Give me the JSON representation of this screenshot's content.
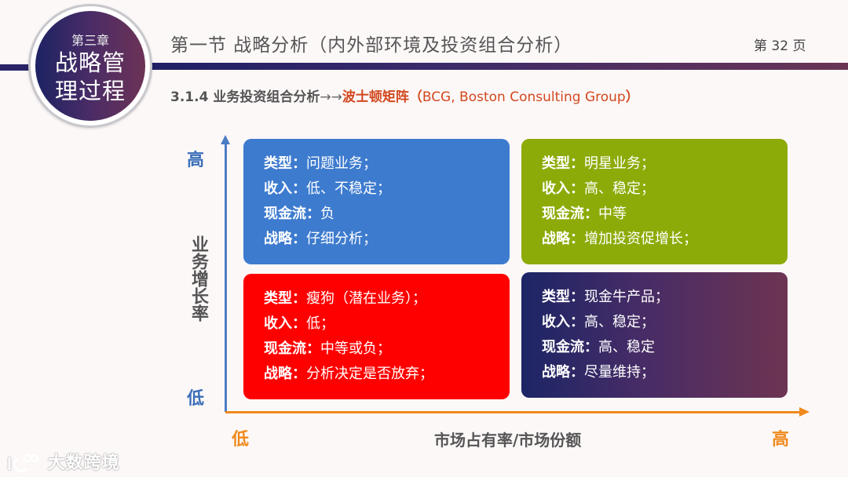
{
  "header": {
    "chapter_small": "第三章",
    "chapter_big_line1": "战略管",
    "chapter_big_line2": "理过程",
    "section_title": "第一节  战略分析（内外部环境及投资组合分析）",
    "page_number": "第 32  页",
    "subtitle_prefix": "3.1.4 业务投资组合分析",
    "subtitle_arrow": "→→",
    "subtitle_highlight": "波士顿矩阵（",
    "subtitle_english": "BCG, Boston Consulting Group",
    "subtitle_close": "）"
  },
  "axes": {
    "y_label": "业务增长率",
    "y_high": "高",
    "y_low": "低",
    "x_label": "市场占有率/市场份额",
    "x_low": "低",
    "x_high": "高",
    "colors": {
      "y_axis": "#4a7cc4",
      "x_axis": "#f08a1e"
    }
  },
  "quadrants": {
    "top_left": {
      "color": "#3d7bcf",
      "lines": [
        {
          "key": "类型：",
          "value": "问题业务；"
        },
        {
          "key": "收入：",
          "value": "低、不稳定；"
        },
        {
          "key": "现金流：",
          "value": "负"
        },
        {
          "key": "战略：",
          "value": "仔细分析；"
        }
      ]
    },
    "top_right": {
      "color": "#8cab08",
      "lines": [
        {
          "key": "类型：",
          "value": "明星业务；"
        },
        {
          "key": "收入：",
          "value": "高、稳定；"
        },
        {
          "key": "现金流：",
          "value": "中等"
        },
        {
          "key": "战略：",
          "value": "增加投资促增长；"
        }
      ]
    },
    "bottom_left": {
      "color": "#ff0000",
      "lines": [
        {
          "key": "类型：",
          "value": "瘦狗（潜在业务）；"
        },
        {
          "key": "收入：",
          "value": "低；"
        },
        {
          "key": "现金流：",
          "value": "中等或负；"
        },
        {
          "key": "战略：",
          "value": "分析决定是否放弃；"
        }
      ]
    },
    "bottom_right": {
      "color": "#1c2566",
      "lines": [
        {
          "key": "类型：",
          "value": "现金牛产品；"
        },
        {
          "key": "收入：",
          "value": "高、稳定；"
        },
        {
          "key": "现金流：",
          "value": "高、稳定"
        },
        {
          "key": "战略：",
          "value": "尽量维持；"
        }
      ]
    }
  },
  "watermark": {
    "text": "大数跨境",
    "icon": "k100-logo-icon"
  }
}
